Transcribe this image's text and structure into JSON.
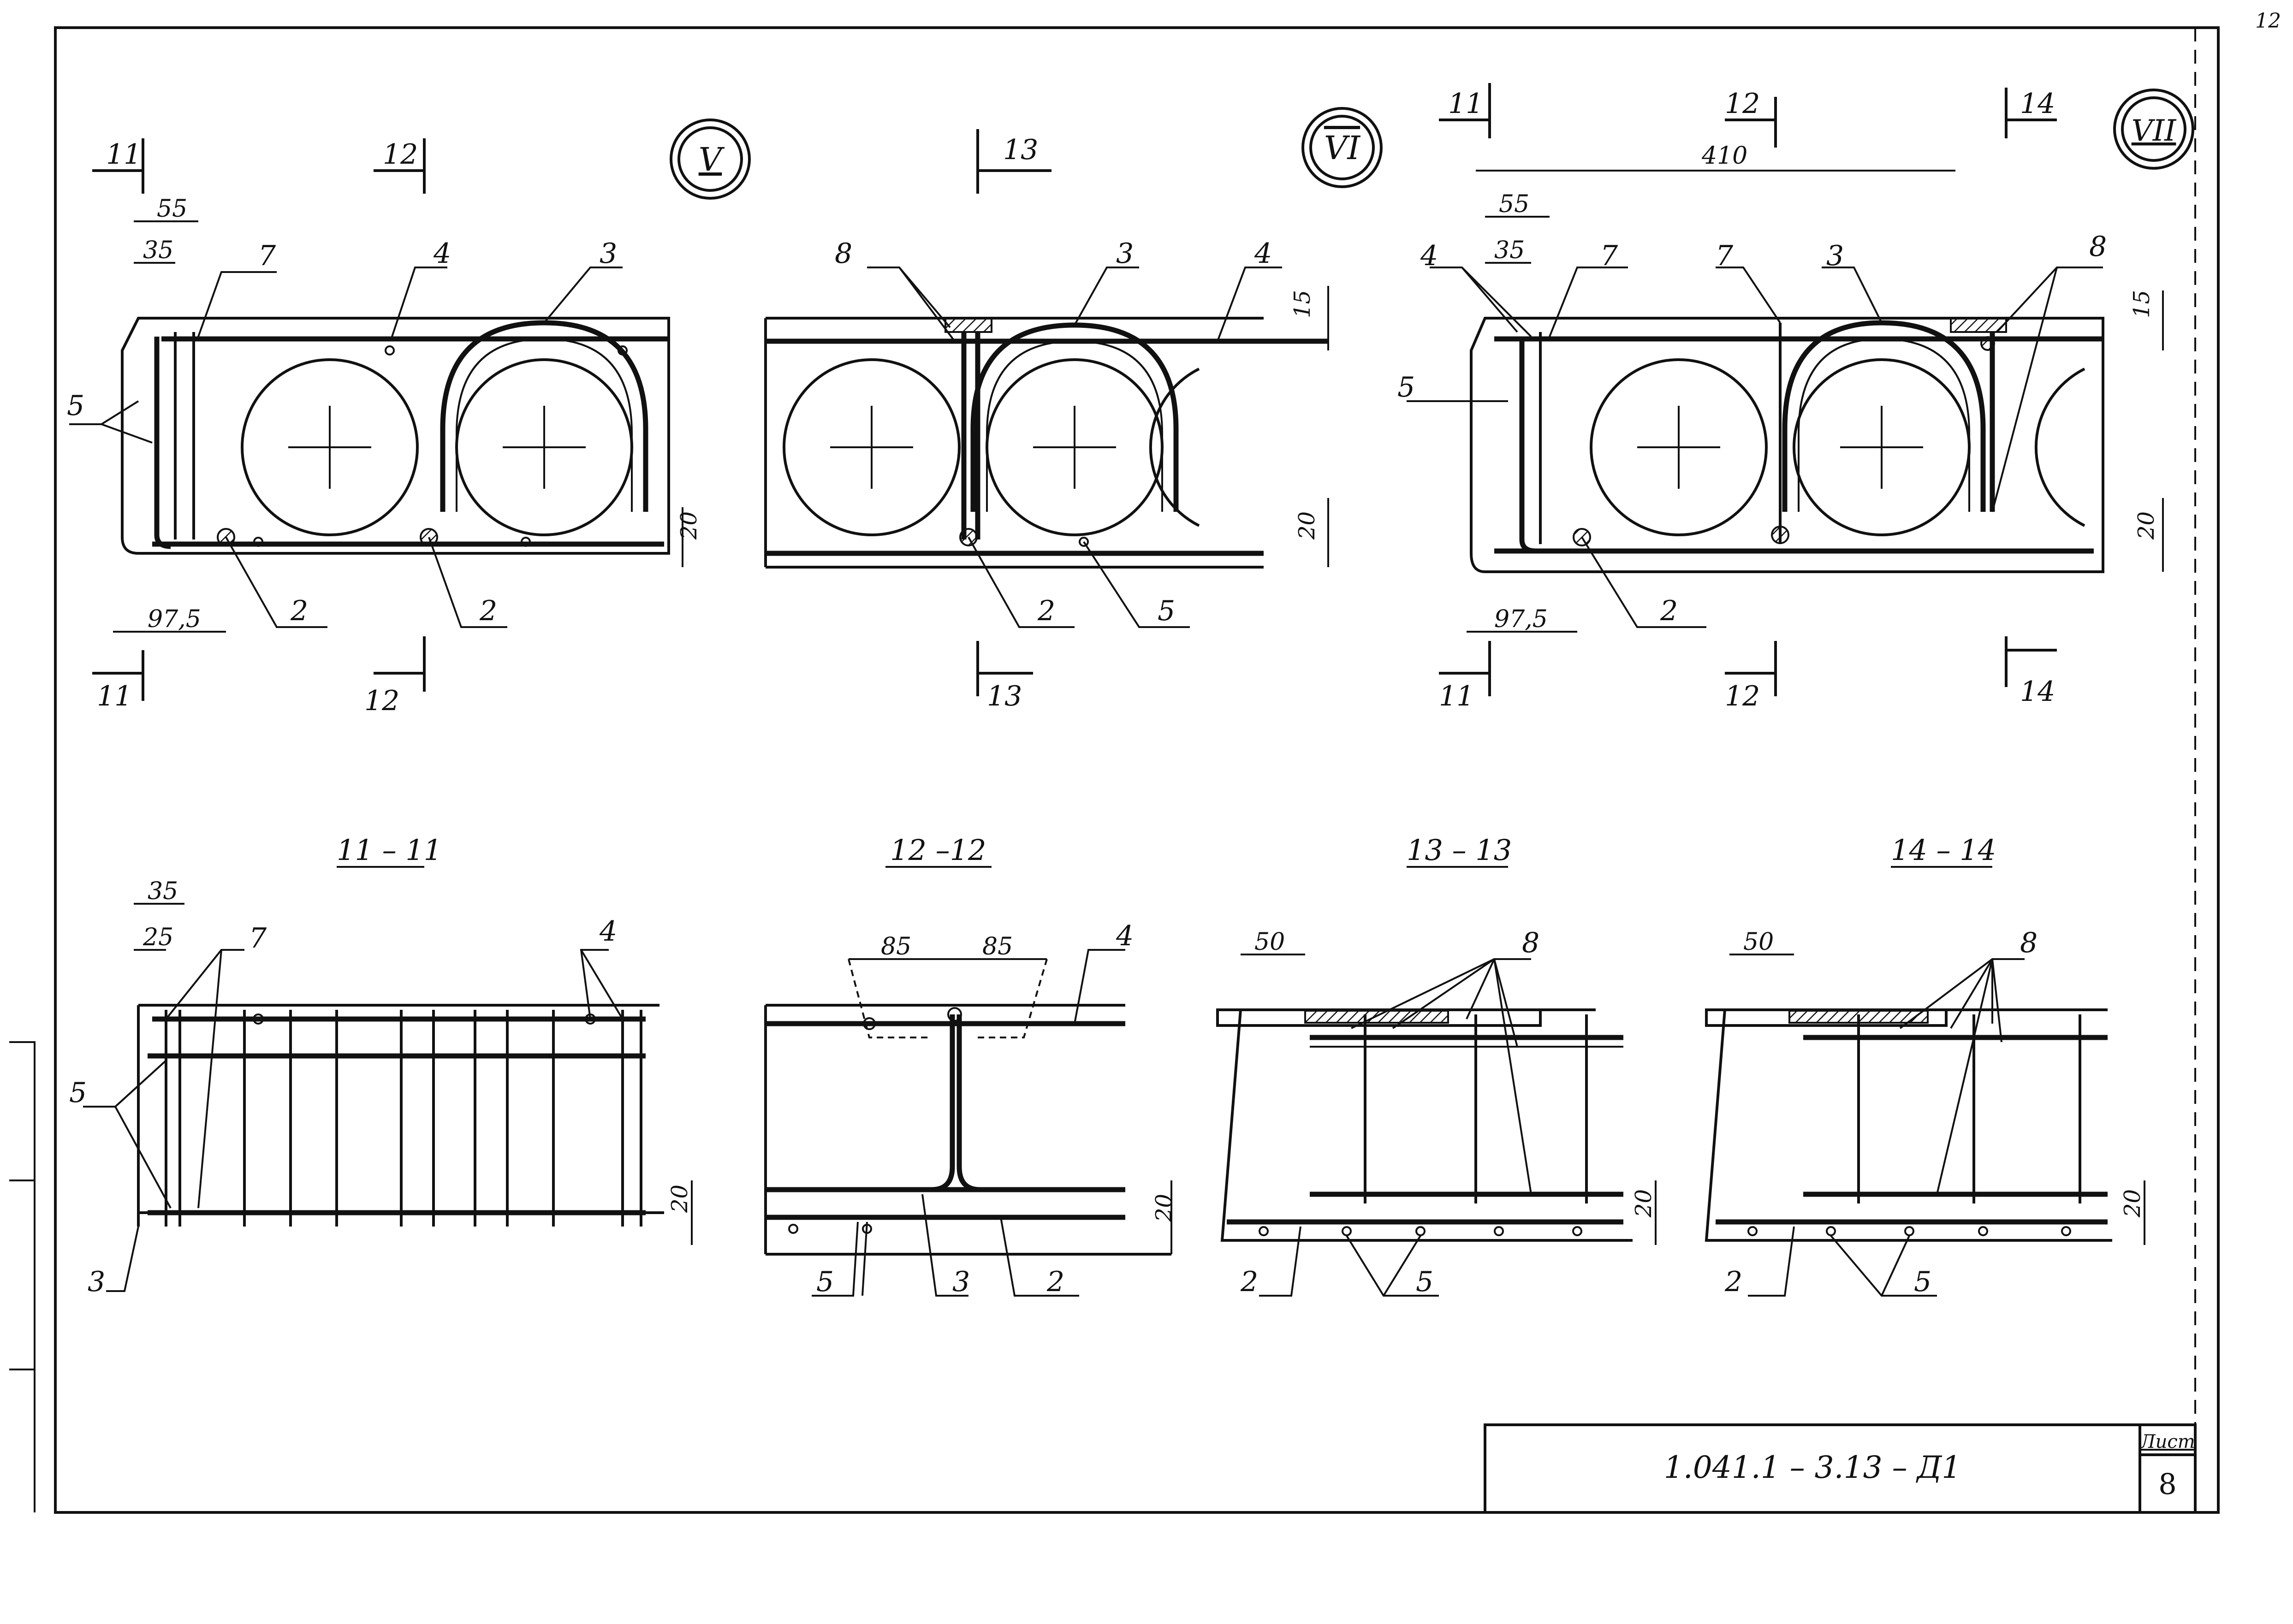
{
  "sheet": {
    "page_number": "12",
    "designation": "1.041.1 – 3.13 – Д1",
    "sheet_label": "Лист",
    "sheet_number": "8"
  },
  "nodes": {
    "n5": "V",
    "n6": "VI",
    "n7": "VII"
  },
  "sections": {
    "s11": "11 – 11",
    "s12": "12 –12",
    "s13": "13 – 13",
    "s14": "14 – 14"
  },
  "cut_marks": {
    "c11": "11",
    "c12": "12",
    "c13": "13",
    "c14": "14"
  },
  "dimensions": {
    "d55": "55",
    "d35": "35",
    "d97_5": "97,5",
    "d20": "20",
    "d15": "15",
    "d410": "410",
    "d25": "25",
    "d85": "85",
    "d50": "50"
  },
  "positions": {
    "p2": "2",
    "p3": "3",
    "p4": "4",
    "p5": "5",
    "p7": "7",
    "p8": "8"
  }
}
